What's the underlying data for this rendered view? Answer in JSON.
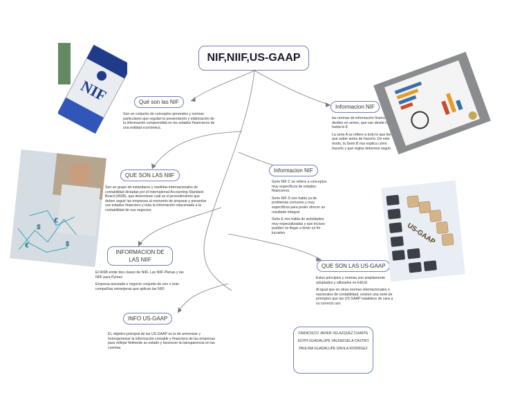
{
  "central": "NIF,NIIF,US-GAAP",
  "branches": [
    {
      "title": "Qué son las NIF",
      "text": [
        "Son un conjunto de conceptos generales y normas particulares que regulan la presentación y elaboración de la información comprendida en los estados financieros de una entidad económica."
      ]
    },
    {
      "title": "QUE SON LAS NIIF",
      "text": [
        "Son un grupo de estándares y medidas internacionales de contabilidad dictadas por el International Accounting Standard Board (IASB), que determinan cuál es el procedimiento que deben seguir las empresas al momento de preparar y presentar sus estados financiero y toda la información relacionada a la contabilidad de sus negocios."
      ]
    },
    {
      "title": "INFORMACION DE LAS NIIF",
      "text": [
        "El IASB emite dos clases de NIIF, Las NIIF Plenas y las NIIF para Pymes",
        "Empresa asociada o negocio conjunto de uno o más compañías extranjeras que aplican las NIIF."
      ]
    },
    {
      "title": "INFO US-GAAP",
      "text": [
        "EL objetivo principal de las US GAAP es la de armonizar y homogeneizar la información contable y financiera de las empresas para reflejar fielmente su estado y favorecer la transparencia en las cuentas."
      ]
    },
    {
      "title": "Informacion NIF",
      "text": [
        "las normas de información financiera se dividen en series, que van desde la A hasta la E",
        "La serie A se refiere a todo lo que tienes que saber antes de hacerlo. De este modo, la Serie B nos explica cómo hacerlo y qué reglas debemos seguir."
      ]
    },
    {
      "title": "Informacion NIF",
      "text": [
        "Serie NIF C se refiere a conceptos muy específicos de estados financieros.",
        "Serie NIF D nos habla ya de problemas comunes y muy específicos para poder ofrecer un resultado íntegral",
        "Serie E nos habla de actividades muy especializadas y que incluso pueden no llegar a tener un fin lucrativo"
      ]
    },
    {
      "title": "QUE SON LAS US-GAAP",
      "text": [
        "Estos principios y normas son ampliamente adoptados y utilizados en EEUU",
        "Al igual que en otras normas internacionales o nacionales de contabilidad, existen una serie de principios que las US GAAP establece de cara a su correcto uso"
      ]
    }
  ],
  "authors": [
    "FRANCISCO JAVIER VELAZQUEZ DUARTE",
    "EDITH GUADALUPE VALENZUELA CASTRO",
    "PAULINA GUADALUPE DAVILA RODRIGEZ"
  ],
  "images": {
    "nif_book": "NIF",
    "usgaap_keys": "US-GAAP",
    "line_color": "#7a7a7a",
    "node_border": "#6e7fb8"
  }
}
